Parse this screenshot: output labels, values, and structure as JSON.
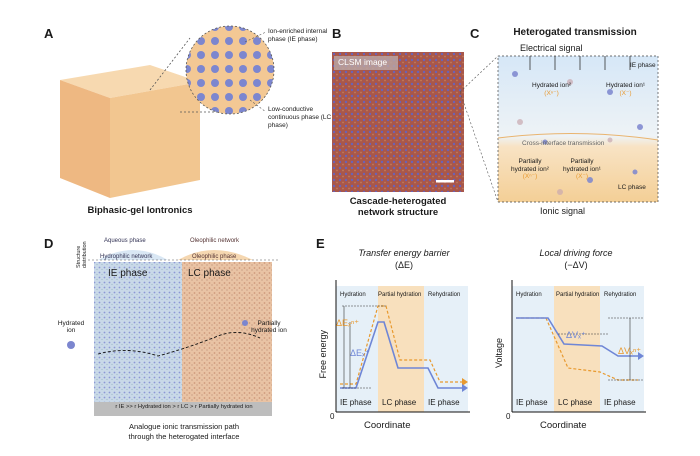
{
  "panels": {
    "A": {
      "letter": "A",
      "callout_ie": "Ion-enriched internal phase (IE phase)",
      "callout_lc": "Low-conductive continuous phase (LC phase)",
      "caption": "Biphasic-gel Iontronics"
    },
    "B": {
      "letter": "B",
      "image_tag": "CLSM image",
      "caption_line1": "Cascade-heterogated",
      "caption_line2": "network structure"
    },
    "C": {
      "letter": "C",
      "title": "Heterogated transmission",
      "electrical_signal": "Electrical signal",
      "ie_phase": "IE phase",
      "hydrated_ion2": "Hydrated ion²",
      "hydrated_ion2_sym": "(Xⁿ⁻)",
      "hydrated_ion1": "Hydrated ion¹",
      "hydrated_ion1_sym": "(X⁻)",
      "cross_interface": "Cross-interface transmission",
      "partial_ion2": "Partially hydrated ion²",
      "partial_ion2_sym": "(Xⁿ⁻)",
      "partial_ion1": "Partially hydrated ion¹",
      "partial_ion1_sym": "(X⁻)",
      "lc_phase": "LC phase",
      "ionic_signal": "Ionic signal"
    },
    "D": {
      "letter": "D",
      "structure_distribution": "Structure distribution",
      "aqueous_phase": "Aqueous phase",
      "hydrophilic_network": "Hydrophilic network",
      "oleophilic_network": "Oleophilic network",
      "oleophilic_phase": "Oleophilic phase",
      "ie_phase": "IE phase",
      "lc_phase": "LC phase",
      "hydrated_ion": "Hydrated ion",
      "partially_hydrated_ion": "Partially hydrated ion",
      "inequality": "r IE >> r Hydrated ion > r LC > r Partially hydrated ion",
      "caption_line1": "Analogue ionic transmission path",
      "caption_line2": "through the heterogated interface"
    },
    "E": {
      "letter": "E",
      "left_title": "Transfer energy barrier",
      "left_sub": "(ΔE)",
      "right_title": "Local driving force",
      "right_sub": "(−ΔV)",
      "hydration": "Hydration",
      "partial_hydration": "Partial hydration",
      "rehydration": "Rehydration",
      "ie_phase": "IE phase",
      "lc_phase": "LC phase",
      "ie_phase_2": "IE phase",
      "y_left": "Free energy",
      "y_right": "Voltage",
      "x_label": "Coordinate",
      "x_label_2": "Coordinate",
      "origin": "0",
      "origin_2": "0",
      "delta_e_xn": "ΔEₓⁿ⁺",
      "delta_e_x": "ΔEₓ⁺",
      "delta_v_x": "ΔVₓ⁺",
      "delta_v_xn": "ΔVₓⁿ⁺"
    }
  },
  "colors": {
    "ie_blue": "#dbe9f7",
    "lc_orange": "#f6d9ad",
    "ion_blue": "#6f79c9",
    "curve_blue": "#6f86d6",
    "curve_orange": "#e8992e"
  }
}
